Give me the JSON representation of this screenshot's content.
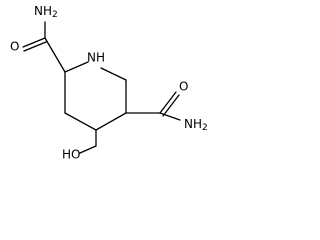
{
  "structure": {
    "atoms": {
      "ring_nitrogen": "NH",
      "amide_top_nitrogen": "NH2",
      "amide_top_oxygen": "O",
      "amide_right_nitrogen": "NH2",
      "amide_right_oxygen": "O",
      "hydroxyl": "HO"
    }
  }
}
